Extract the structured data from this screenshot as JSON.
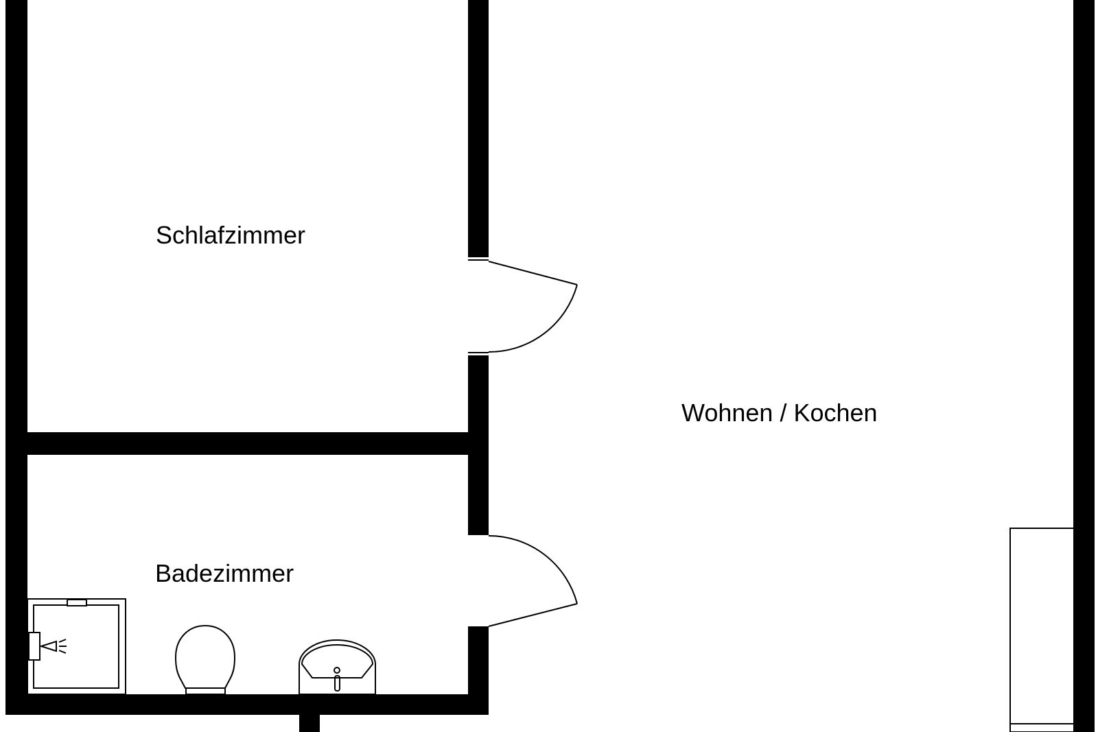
{
  "rooms": {
    "bedroom": "Schlafzimmer",
    "living_kitchen": "Wohnen / Kochen",
    "bathroom": "Badezimmer"
  },
  "colors": {
    "wall": "#000000",
    "line": "#000000",
    "background": "#ffffff"
  },
  "fixtures": [
    "shower-tray",
    "toilet",
    "washbasin",
    "kitchen-counter"
  ],
  "doors": [
    "bedroom-door",
    "bathroom-door"
  ]
}
